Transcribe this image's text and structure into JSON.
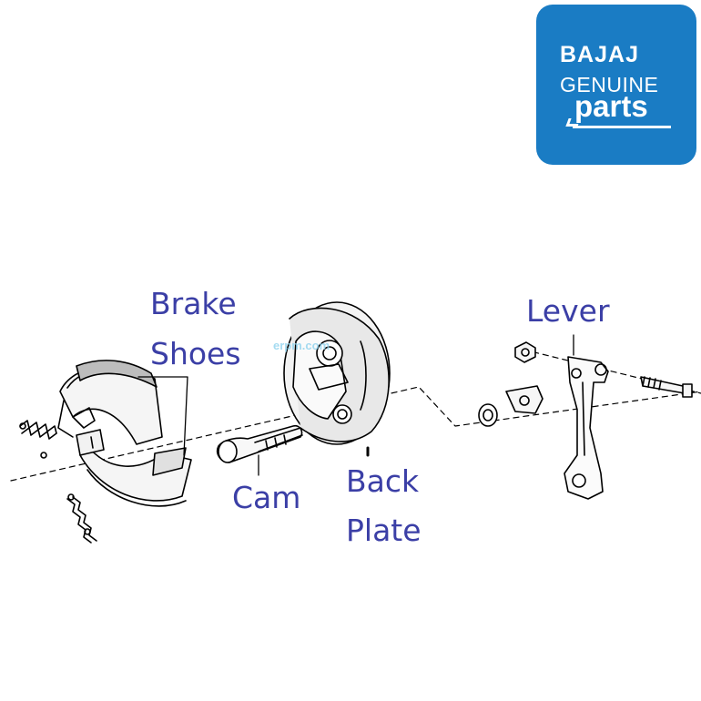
{
  "logo": {
    "brand": "BAJAJ",
    "line2": "GENUINE",
    "line3": "parts",
    "color": "#1a7cc4"
  },
  "watermark": "erpm.com",
  "labels": {
    "brake_shoes_1": "Brake",
    "brake_shoes_2": "Shoes",
    "cam": "Cam",
    "back_plate_1": "Back",
    "back_plate_2": "Plate",
    "lever": "Lever"
  },
  "label_color": "#3b3fa6"
}
